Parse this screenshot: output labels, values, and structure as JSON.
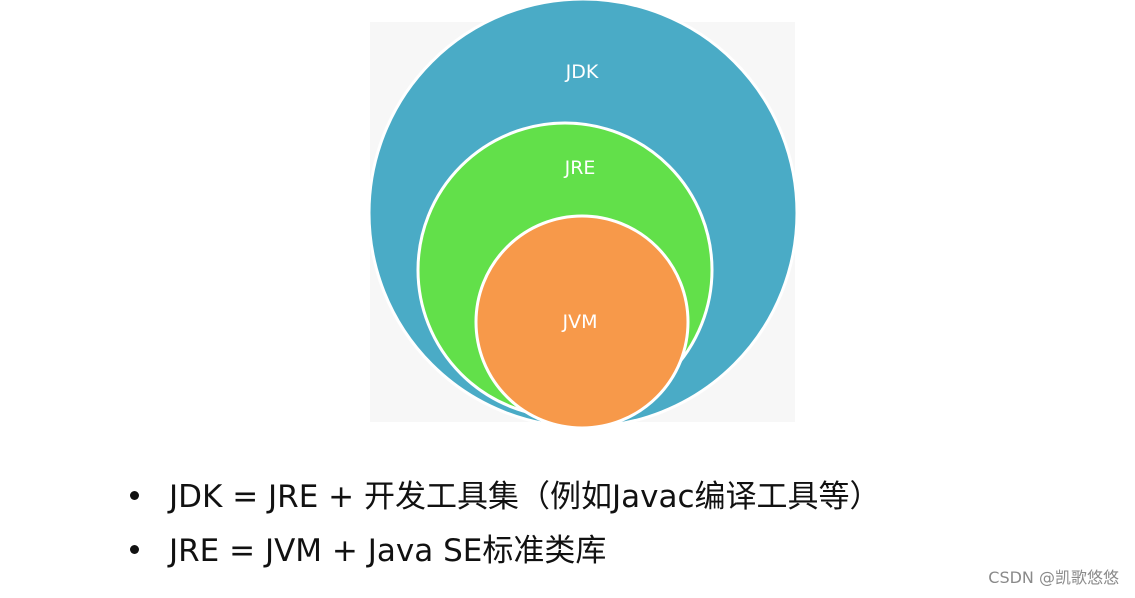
{
  "diagram": {
    "circles": [
      {
        "id": "jdk",
        "label": "JDK",
        "fill": "#4aabc6"
      },
      {
        "id": "jre",
        "label": "JRE",
        "fill": "#62e04a"
      },
      {
        "id": "jvm",
        "label": "JVM",
        "fill": "#f7994a"
      }
    ],
    "outline_color": "#ffffff"
  },
  "bullets": [
    {
      "text": "JDK = JRE + 开发工具集（例如Javac编译工具等）"
    },
    {
      "text": "JRE = JVM + Java SE标准类库"
    }
  ],
  "watermark": "CSDN @凯歌悠悠"
}
